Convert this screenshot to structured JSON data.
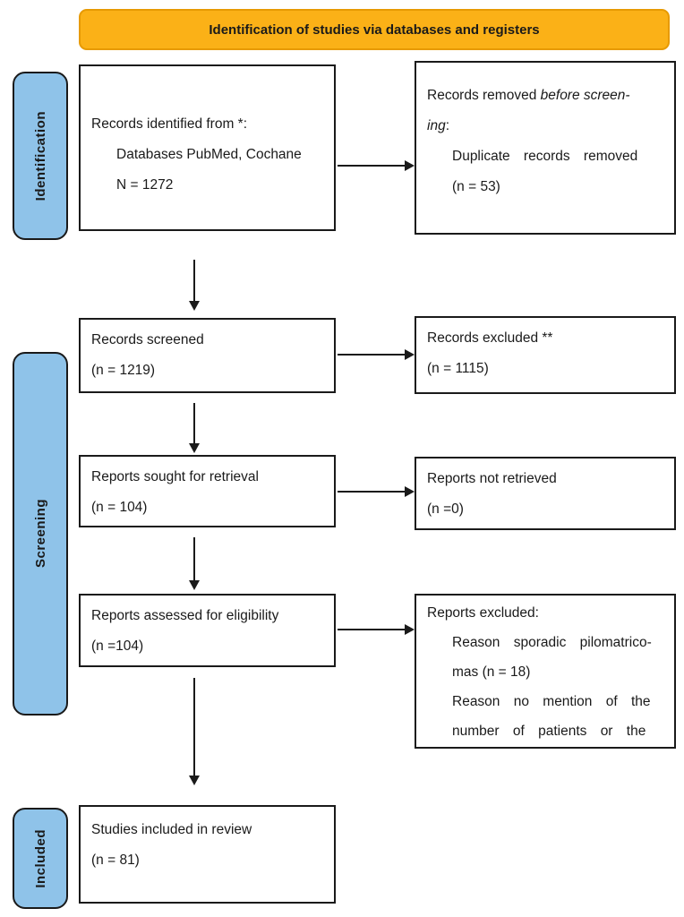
{
  "banner": {
    "title": "Identification of studies via databases and registers"
  },
  "sidebar": {
    "identification": "Identification",
    "screening": "Screening",
    "included": "Included"
  },
  "colors": {
    "banner_fill": "#FBB117",
    "banner_border": "#E79A02",
    "stage_fill": "#8FC3E9"
  },
  "boxes": {
    "records_identified": {
      "line1": "Records identified from *:",
      "line2": "Databases PubMed, Cochane",
      "line3": "N = 1272"
    },
    "records_removed": {
      "line1_regular": "Records removed ",
      "line1_italic": "before screen-",
      "line2_italic": "ing",
      "line2_regular": ":",
      "line3": "Duplicate records removed",
      "line4": "(n = 53)"
    },
    "records_screened": {
      "line1": "Records screened",
      "line2": "(n = 1219)"
    },
    "records_excluded": {
      "line1": "Records excluded **",
      "line2": "(n = 1115)"
    },
    "reports_sought": {
      "line1": "Reports sought for retrieval",
      "line2": "(n = 104)"
    },
    "reports_not_retrieved": {
      "line1": "Reports not retrieved",
      "line2": "(n =0)"
    },
    "reports_assessed": {
      "line1": "Reports assessed for eligibility",
      "line2": "(n =104)"
    },
    "reports_excluded": {
      "line1": "Reports excluded:",
      "line2": "Reason sporadic pilomatrico-",
      "line3": "mas (n = 18)",
      "line4": "Reason no mention of the",
      "line5": "number of patients or the"
    },
    "studies_included": {
      "line1": "Studies included in review",
      "line2": "(n = 81)"
    }
  }
}
